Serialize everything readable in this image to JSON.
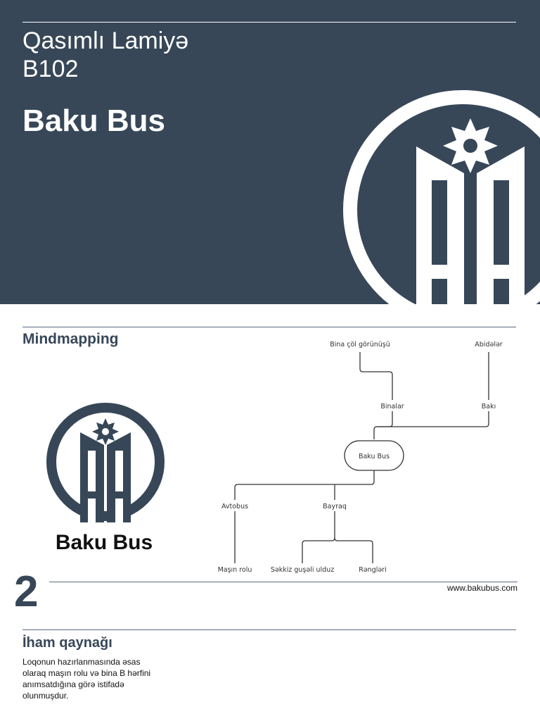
{
  "cover": {
    "author": "Qasımlı Lamiyə",
    "group": "B102",
    "title": "Baku Bus"
  },
  "slide2": {
    "heading": "Mindmapping",
    "logo_wordmark": "Baku Bus",
    "page_number": "2",
    "website": "www.bakubus.com",
    "section_heading": "İham qaynağı",
    "description": "Loqonun hazırlanmasında əsas olaraq maşın rolu və bina B hərfini anımsatdığına görə istifadə olunmuşdur.",
    "mindmap": {
      "center": "Baku Bus",
      "nodes": {
        "bina_col": "Bina çöl görünüşü",
        "abideler": "Abidələr",
        "binalar": "Binalar",
        "baki": "Bakı",
        "avtobus": "Avtobus",
        "bayraq": "Bayraq",
        "masin": "Maşın rolu",
        "sekkiz": "Səkkiz guşəli ulduz",
        "rengler": "Rəngləri"
      }
    }
  },
  "colors": {
    "brand_navy": "#374758",
    "white": "#ffffff"
  },
  "icons": [
    "eight-point-star-icon",
    "baku-bus-logo"
  ]
}
